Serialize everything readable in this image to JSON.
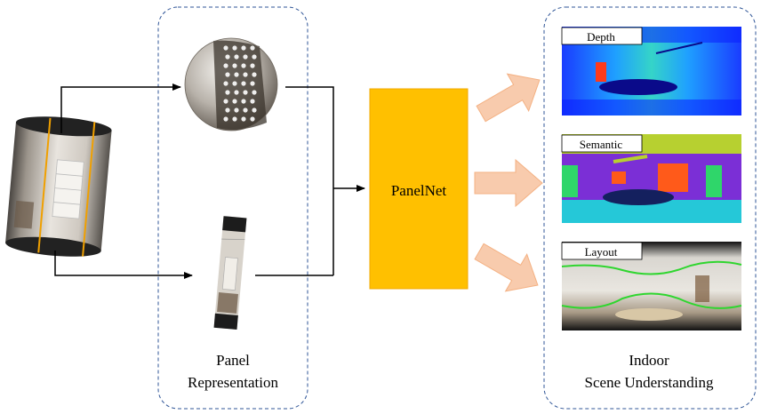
{
  "panel_label_line1": "Panel",
  "panel_label_line2": "Representation",
  "model_name": "PanelNet",
  "output_label_line1": "Indoor",
  "output_label_line2": "Scene Understanding",
  "outputs": {
    "depth": "Depth",
    "semantic": "Semantic",
    "layout": "Layout"
  },
  "colors": {
    "model_fill": "#ffc000",
    "model_border": "#f2a900",
    "output_arrow_fill": "#f8cbad",
    "output_arrow_border": "#f4b183",
    "dashed_border": "#2f5597",
    "panel_edge": "#f0a000"
  }
}
